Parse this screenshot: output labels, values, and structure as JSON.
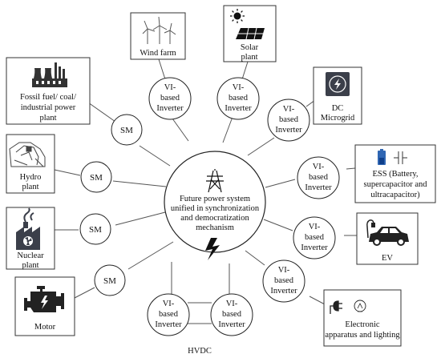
{
  "center": {
    "lines": [
      "Future power system",
      "unified in synchronization",
      "and democratization",
      "mechanism"
    ]
  },
  "vi": [
    "VI-",
    "based",
    "Inverter"
  ],
  "sm": "SM",
  "hvdc": "HVDC",
  "sources": {
    "wind": [
      "Wind farm"
    ],
    "solar": [
      "Solar",
      "plant"
    ],
    "dc": [
      "DC",
      "Microgrid"
    ],
    "ess": [
      "ESS (Battery,",
      "supercapacitor and",
      "ultracapacitor)"
    ],
    "ev": [
      "EV"
    ],
    "electronic": [
      "Electronic",
      "apparatus and lighting"
    ],
    "motor": [
      "Motor"
    ],
    "nuclear": [
      "Nuclear",
      "plant"
    ],
    "hydro": [
      "Hydro",
      "plant"
    ],
    "fossil": [
      "Fossil fuel/ coal/",
      "industrial power",
      "plant"
    ]
  },
  "colors": {
    "line": "#555555",
    "stroke": "#222222",
    "dark_icon": "#3b3f4a",
    "battery_blue": "#2f66b3"
  },
  "icons": {
    "center": [
      "pylon-icon",
      "lightning-bolt-icon"
    ],
    "wind": "wind-turbines-icon",
    "solar": "solar-panel-icon",
    "dc": "dc-microgrid-icon",
    "ess": "battery-capacitor-icon",
    "ev": "electric-car-icon",
    "electronic": "plug-and-lamp-icon",
    "motor": "engine-icon",
    "nuclear": "nuclear-plant-icon",
    "hydro": "dam-icon",
    "fossil": "power-plant-icon"
  }
}
